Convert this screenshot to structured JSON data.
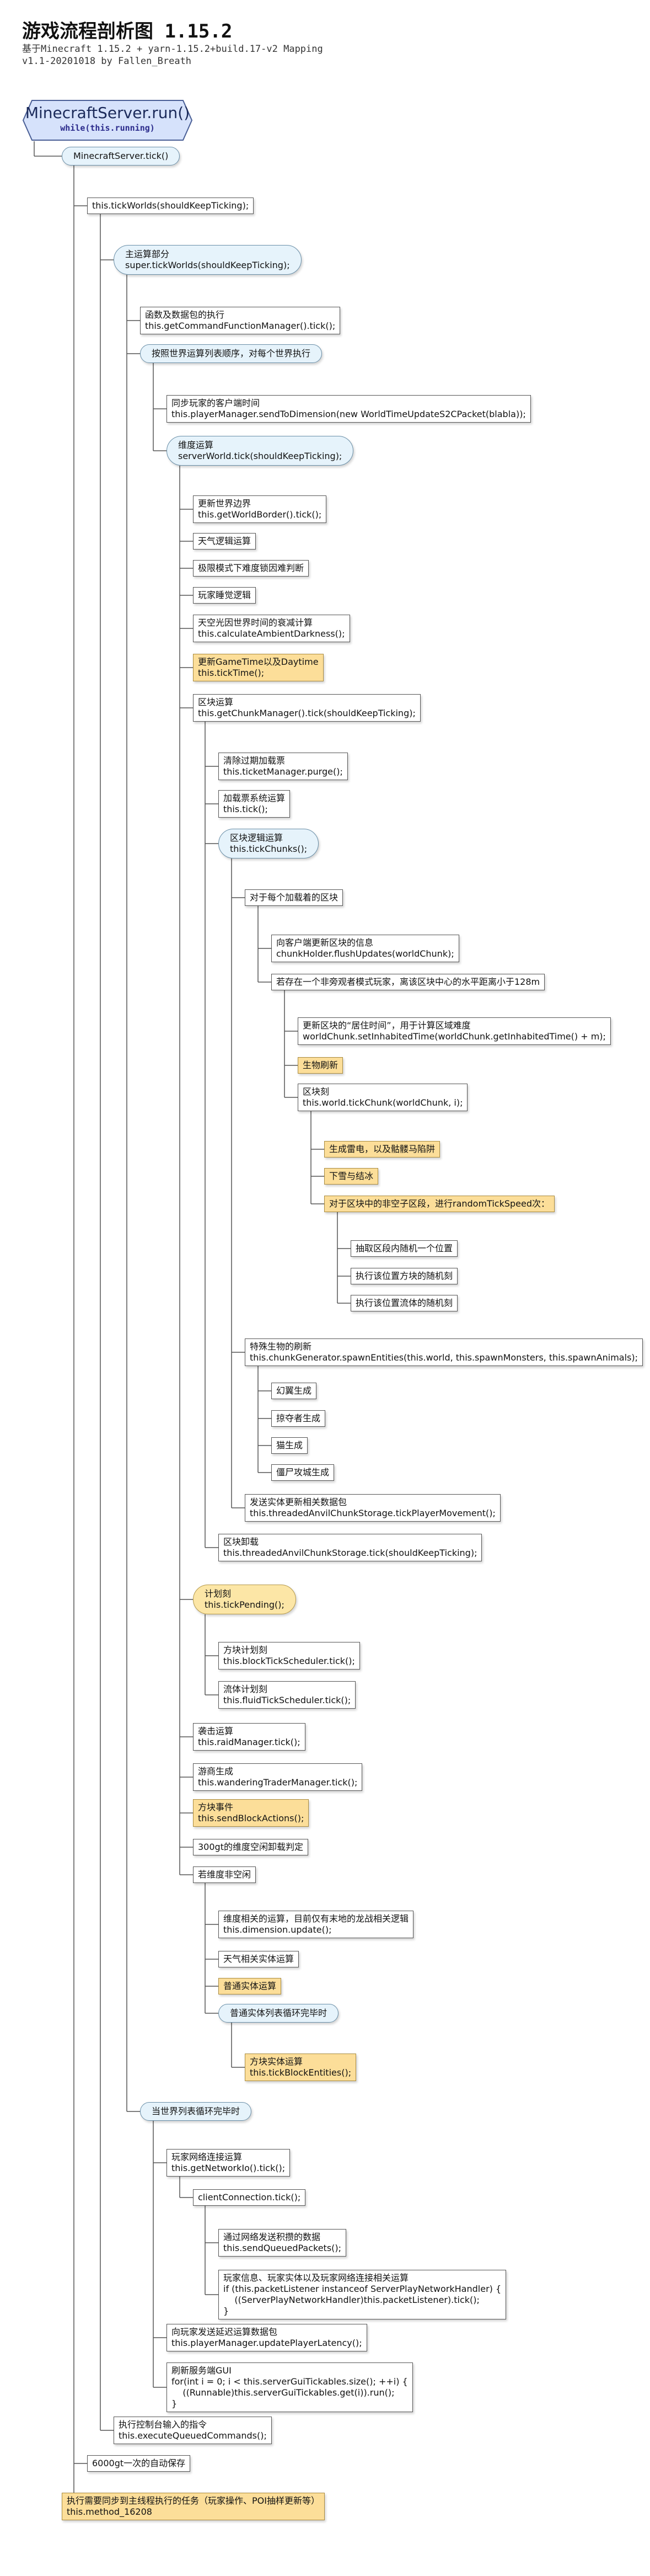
{
  "header": {
    "title": "游戏流程剖析图 1.15.2",
    "subtitle": "基于Minecraft 1.15.2 + yarn-1.15.2+build.17-v2 Mapping",
    "version": "v1.1-20201018 by Fallen_Breath"
  },
  "root": {
    "title": "MinecraftServer.run()",
    "subtitle": "while(this.running)"
  },
  "nodes": [
    {
      "id": "n1",
      "lines": [
        "MinecraftServer.tick()"
      ],
      "style": "ellipse"
    },
    {
      "id": "n2",
      "lines": [
        "this.tickWorlds(shouldKeepTicking);"
      ],
      "style": "box"
    },
    {
      "id": "n3",
      "lines": [
        "主运算部分",
        "super.tickWorlds(shouldKeepTicking);"
      ],
      "style": "ellipse"
    },
    {
      "id": "n4",
      "lines": [
        "函数及数据包的执行",
        "this.getCommandFunctionManager().tick();"
      ],
      "style": "box"
    },
    {
      "id": "n5",
      "lines": [
        "按照世界运算列表顺序，对每个世界执行"
      ],
      "style": "ellipse"
    },
    {
      "id": "n6",
      "lines": [
        "同步玩家的客户端时间",
        "this.playerManager.sendToDimension(new WorldTimeUpdateS2CPacket(blabla));"
      ],
      "style": "box"
    },
    {
      "id": "n7",
      "lines": [
        "维度运算",
        "serverWorld.tick(shouldKeepTicking);"
      ],
      "style": "ellipse"
    },
    {
      "id": "n8",
      "lines": [
        "更新世界边界",
        "this.getWorldBorder().tick();"
      ],
      "style": "box"
    },
    {
      "id": "n9",
      "lines": [
        "天气逻辑运算"
      ],
      "style": "box"
    },
    {
      "id": "n10",
      "lines": [
        "极限模式下难度锁因难判断"
      ],
      "style": "box"
    },
    {
      "id": "n11",
      "lines": [
        "玩家睡觉逻辑"
      ],
      "style": "box"
    },
    {
      "id": "n12",
      "lines": [
        "天空光因世界时间的衰减计算",
        "this.calculateAmbientDarkness();"
      ],
      "style": "box"
    },
    {
      "id": "n13",
      "lines": [
        "更新GameTime以及Daytime",
        "this.tickTime();"
      ],
      "style": "hl"
    },
    {
      "id": "n14",
      "lines": [
        "区块运算",
        "this.getChunkManager().tick(shouldKeepTicking);"
      ],
      "style": "box"
    },
    {
      "id": "n15",
      "lines": [
        "清除过期加载票",
        "this.ticketManager.purge();"
      ],
      "style": "box"
    },
    {
      "id": "n16",
      "lines": [
        "加载票系统运算",
        "this.tick();"
      ],
      "style": "box"
    },
    {
      "id": "n17",
      "lines": [
        "区块逻辑运算",
        "this.tickChunks();"
      ],
      "style": "ellipse"
    },
    {
      "id": "n18",
      "lines": [
        "对于每个加载着的区块"
      ],
      "style": "box"
    },
    {
      "id": "n19",
      "lines": [
        "向客户端更新区块的信息",
        "chunkHolder.flushUpdates(worldChunk);"
      ],
      "style": "box"
    },
    {
      "id": "n20",
      "lines": [
        "若存在一个非旁观者模式玩家，离该区块中心的水平距离小于128m"
      ],
      "style": "box"
    },
    {
      "id": "n21",
      "lines": [
        "更新区块的“居住时间”，用于计算区域难度",
        "worldChunk.setInhabitedTime(worldChunk.getInhabitedTime() + m);"
      ],
      "style": "box"
    },
    {
      "id": "n22",
      "lines": [
        "生物刷新"
      ],
      "style": "hl"
    },
    {
      "id": "n23",
      "lines": [
        "区块刻",
        "this.world.tickChunk(worldChunk, i);"
      ],
      "style": "box"
    },
    {
      "id": "n24",
      "lines": [
        "生成雷电，以及骷髅马陷阱"
      ],
      "style": "hl"
    },
    {
      "id": "n25",
      "lines": [
        "下雪与结冰"
      ],
      "style": "hl"
    },
    {
      "id": "n26",
      "lines": [
        "对于区块中的非空子区段，进行randomTickSpeed次："
      ],
      "style": "hl"
    },
    {
      "id": "n27",
      "lines": [
        "抽取区段内随机一个位置"
      ],
      "style": "box"
    },
    {
      "id": "n28",
      "lines": [
        "执行该位置方块的随机刻"
      ],
      "style": "box"
    },
    {
      "id": "n29",
      "lines": [
        "执行该位置流体的随机刻"
      ],
      "style": "box"
    },
    {
      "id": "n30",
      "lines": [
        "特殊生物的刷新",
        "this.chunkGenerator.spawnEntities(this.world, this.spawnMonsters, this.spawnAnimals);"
      ],
      "style": "box"
    },
    {
      "id": "n31",
      "lines": [
        "幻翼生成"
      ],
      "style": "box"
    },
    {
      "id": "n32",
      "lines": [
        "掠夺者生成"
      ],
      "style": "box"
    },
    {
      "id": "n33",
      "lines": [
        "猫生成"
      ],
      "style": "box"
    },
    {
      "id": "n34",
      "lines": [
        "僵尸攻城生成"
      ],
      "style": "box"
    },
    {
      "id": "n35",
      "lines": [
        "发送实体更新相关数据包",
        "this.threadedAnvilChunkStorage.tickPlayerMovement();"
      ],
      "style": "box"
    },
    {
      "id": "n36",
      "lines": [
        "区块卸载",
        "this.threadedAnvilChunkStorage.tick(shouldKeepTicking);"
      ],
      "style": "box"
    },
    {
      "id": "n37",
      "lines": [
        "计划刻",
        "this.tickPending();"
      ],
      "style": "ellipse yellow"
    },
    {
      "id": "n38",
      "lines": [
        "方块计划刻",
        "this.blockTickScheduler.tick();"
      ],
      "style": "box"
    },
    {
      "id": "n39",
      "lines": [
        "流体计划刻",
        "this.fluidTickScheduler.tick();"
      ],
      "style": "box"
    },
    {
      "id": "n40",
      "lines": [
        "袭击运算",
        "this.raidManager.tick();"
      ],
      "style": "box"
    },
    {
      "id": "n41",
      "lines": [
        "游商生成",
        "this.wanderingTraderManager.tick();"
      ],
      "style": "box"
    },
    {
      "id": "n42",
      "lines": [
        "方块事件",
        "this.sendBlockActions();"
      ],
      "style": "hl"
    },
    {
      "id": "n43",
      "lines": [
        "300gt的维度空闲卸载判定"
      ],
      "style": "box"
    },
    {
      "id": "n44",
      "lines": [
        "若维度非空闲"
      ],
      "style": "box"
    },
    {
      "id": "n45",
      "lines": [
        "维度相关的运算，目前仅有末地的龙战相关逻辑",
        "this.dimension.update();"
      ],
      "style": "box"
    },
    {
      "id": "n46",
      "lines": [
        "天气相关实体运算"
      ],
      "style": "box"
    },
    {
      "id": "n47",
      "lines": [
        "普通实体运算"
      ],
      "style": "hl"
    },
    {
      "id": "n48",
      "lines": [
        "普通实体列表循环完毕时"
      ],
      "style": "ellipse"
    },
    {
      "id": "n49",
      "lines": [
        "方块实体运算",
        "this.tickBlockEntities();"
      ],
      "style": "hl"
    },
    {
      "id": "n50",
      "lines": [
        "当世界列表循环完毕时"
      ],
      "style": "ellipse"
    },
    {
      "id": "n51",
      "lines": [
        "玩家网络连接运算",
        "this.getNetworkIo().tick();"
      ],
      "style": "box"
    },
    {
      "id": "n52",
      "lines": [
        "clientConnection.tick();"
      ],
      "style": "box"
    },
    {
      "id": "n53",
      "lines": [
        "通过网络发送积攒的数据",
        "this.sendQueuedPackets();"
      ],
      "style": "box"
    },
    {
      "id": "n54",
      "lines": [
        "玩家信息、玩家实体以及玩家网络连接相关运算",
        "if (this.packetListener instanceof ServerPlayNetworkHandler) {",
        "    ((ServerPlayNetworkHandler)this.packetListener).tick();",
        "}"
      ],
      "style": "box"
    },
    {
      "id": "n55",
      "lines": [
        "向玩家发送延迟运算数据包",
        "this.playerManager.updatePlayerLatency();"
      ],
      "style": "box"
    },
    {
      "id": "n56",
      "lines": [
        "刷新服务端GUI",
        "for(int i = 0; i < this.serverGuiTickables.size(); ++i) {",
        "    ((Runnable)this.serverGuiTickables.get(i)).run();",
        "}"
      ],
      "style": "box"
    },
    {
      "id": "n57",
      "lines": [
        "执行控制台输入的指令",
        "this.executeQueuedCommands();"
      ],
      "style": "box"
    },
    {
      "id": "n58",
      "lines": [
        "6000gt一次的自动保存"
      ],
      "style": "box"
    },
    {
      "id": "n59",
      "lines": [
        "执行需要同步到主线程执行的任务（玩家操作、POI抽样更新等）",
        "this.method_16208"
      ],
      "style": "hl"
    }
  ]
}
